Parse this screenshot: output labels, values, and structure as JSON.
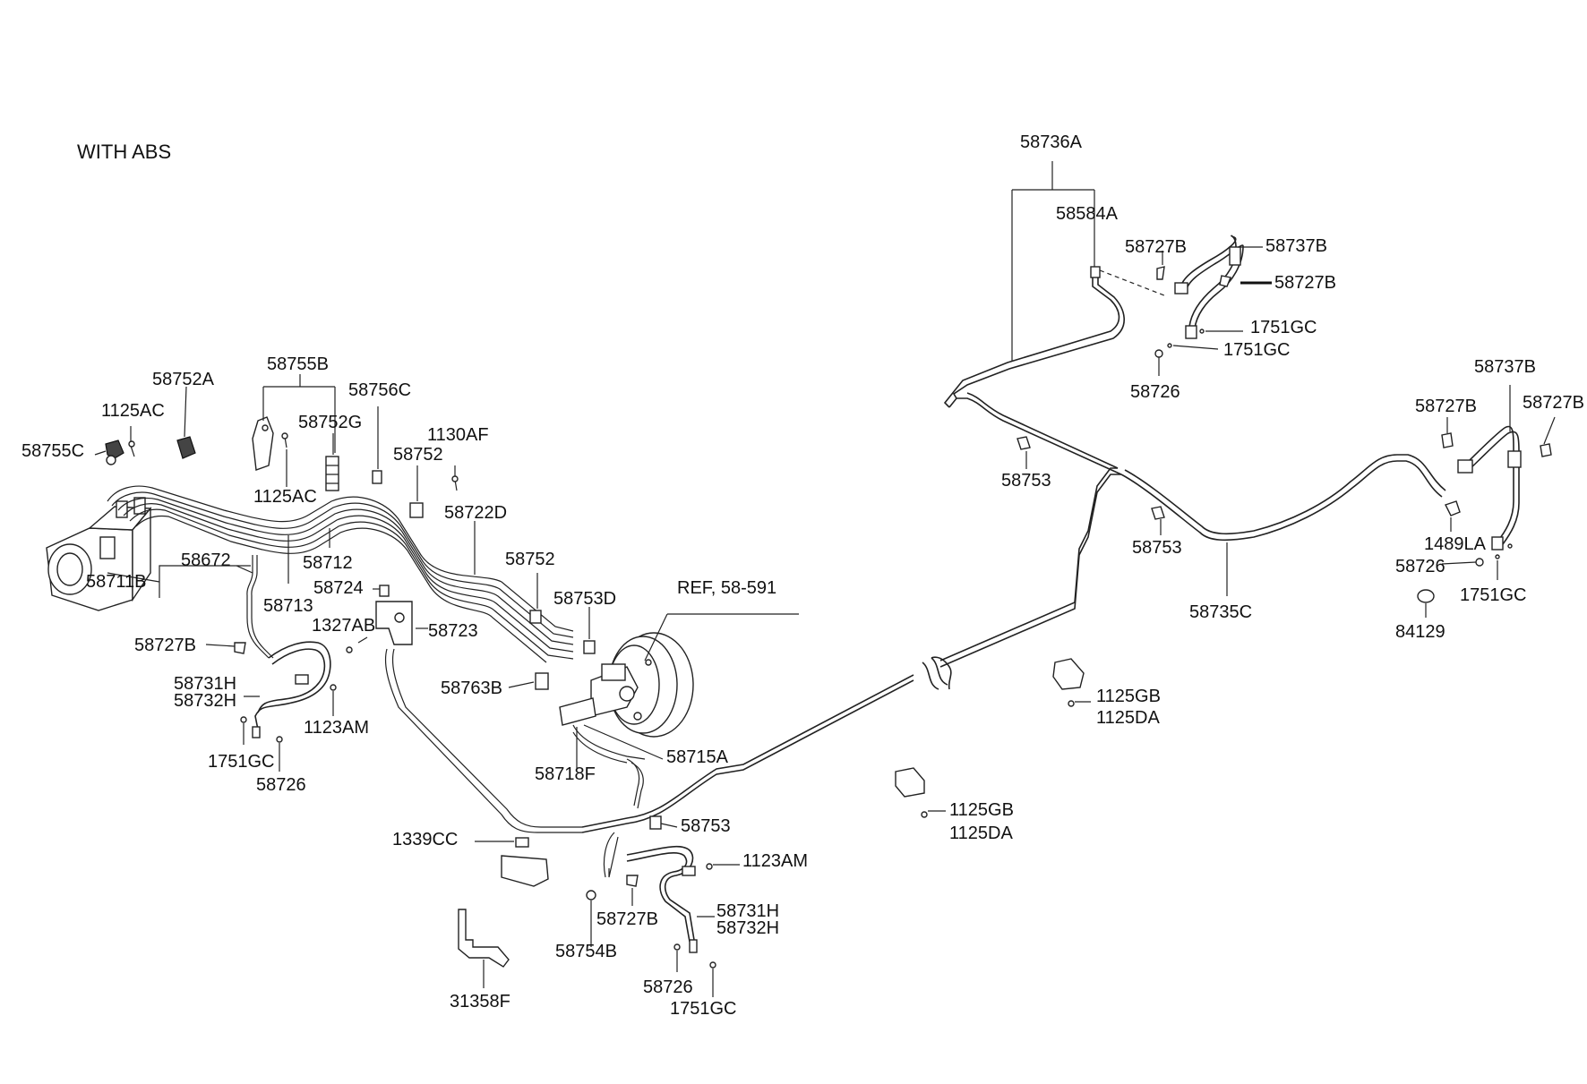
{
  "title": "WITH ABS",
  "labels": {
    "l_58736A": "58736A",
    "l_58584A": "58584A",
    "l_58727B_a": "58727B",
    "l_58737B_a": "58737B",
    "l_58727B_b": "58727B",
    "l_1751GC_a": "1751GC",
    "l_1751GC_b": "1751GC",
    "l_58726_a": "58726",
    "l_58737B_b": "58737B",
    "l_58727B_c": "58727B",
    "l_58727B_d": "58727B",
    "l_58753_a": "58753",
    "l_58753_b": "58753",
    "l_1489LA": "1489LA",
    "l_58726_b": "58726",
    "l_1751GC_c": "1751GC",
    "l_58735C": "58735C",
    "l_84129": "84129",
    "l_58752A": "58752A",
    "l_58755B": "58755B",
    "l_58756C": "58756C",
    "l_1125AC_a": "1125AC",
    "l_58752G": "58752G",
    "l_58755C": "58755C",
    "l_1130AF": "1130AF",
    "l_58752_a": "58752",
    "l_1125AC_b": "1125AC",
    "l_58722D": "58722D",
    "l_58672": "58672",
    "l_58711B": "58711B",
    "l_58712": "58712",
    "l_58724": "58724",
    "l_58713": "58713",
    "l_1327AB": "1327AB",
    "l_58723": "58723",
    "l_58752_b": "58752",
    "l_58753D": "58753D",
    "l_REF": "REF, 58-591",
    "l_58727B_e": "58727B",
    "l_58731H_a": "58731H",
    "l_58732H_a": "58732H",
    "l_1123AM_a": "1123AM",
    "l_1751GC_d": "1751GC",
    "l_58726_c": "58726",
    "l_58763B": "58763B",
    "l_58715A": "58715A",
    "l_58718F": "58718F",
    "l_1125GB_a": "1125GB",
    "l_1125DA_a": "1125DA",
    "l_1125GB_b": "1125GB",
    "l_1125DA_b": "1125DA",
    "l_58753_c": "58753",
    "l_1339CC": "1339CC",
    "l_1123AM_b": "1123AM",
    "l_58731H_b": "58731H",
    "l_58732H_b": "58732H",
    "l_58727B_f": "58727B",
    "l_58754B": "58754B",
    "l_58726_d": "58726",
    "l_1751GC_e": "1751GC",
    "l_31358F": "31358F"
  },
  "colors": {
    "line": "#222222",
    "background": "#ffffff"
  }
}
